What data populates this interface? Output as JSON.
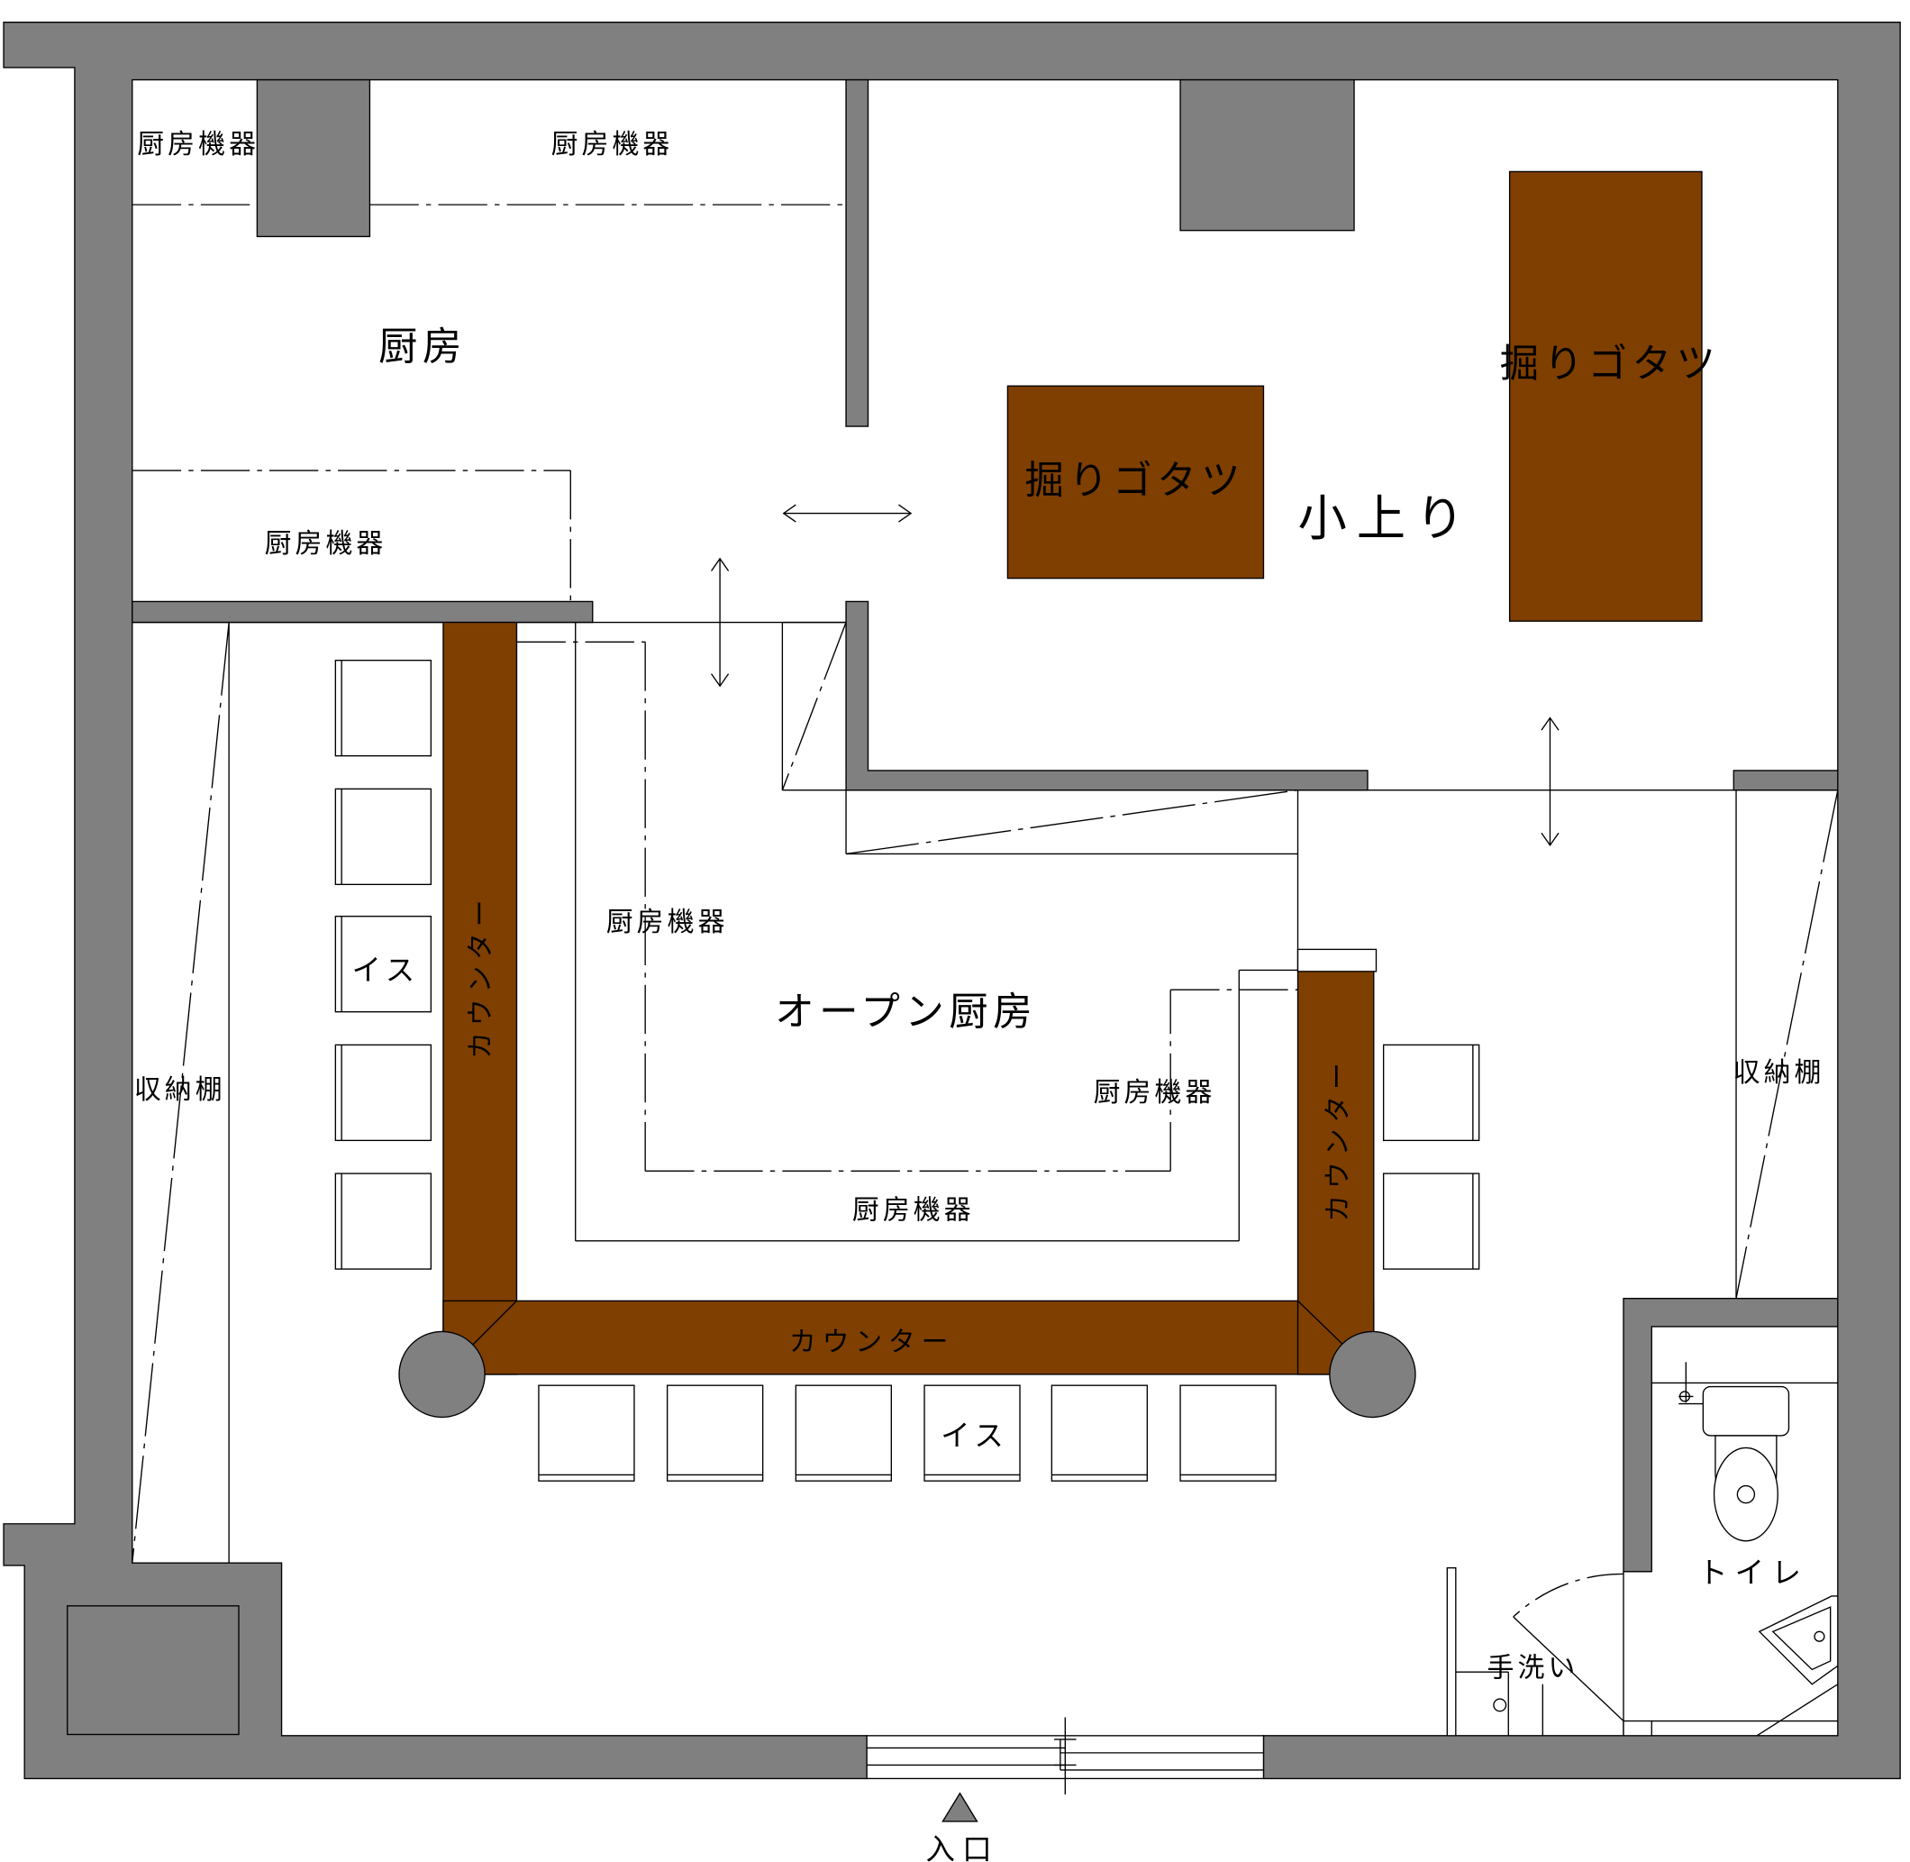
{
  "labels": {
    "kitchen": "厨房",
    "kitchen_equipment": "厨房機器",
    "open_kitchen": "オープン厨房",
    "raised_room": "小上り",
    "horigotatsu": "掘りゴタツ",
    "counter": "カウンター",
    "chair": "イス",
    "storage_shelf": "収納棚",
    "toilet": "トイレ",
    "hand_wash": "手洗い",
    "entrance": "入口"
  },
  "colors": {
    "wall": "#808080",
    "counter_wood": "#7f3f00",
    "pillar": "#808080",
    "line": "#000000",
    "background": "#ffffff"
  }
}
